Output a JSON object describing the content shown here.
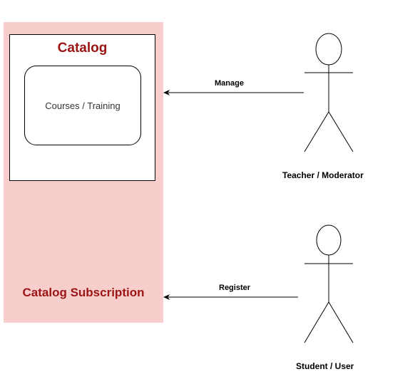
{
  "colors": {
    "system_fill": "#f8cecc",
    "title_text": "#9b1515",
    "stroke": "#000000",
    "inner_text": "#333333"
  },
  "catalog": {
    "title": "Catalog",
    "inner_node": "Courses / Training"
  },
  "subscription": {
    "title": "Catalog Subscription"
  },
  "edges": {
    "manage": "Manage",
    "register": "Register"
  },
  "actors": {
    "teacher": "Teacher / Moderator",
    "student": "Student / User"
  },
  "icons": {
    "actor": "stick-figure-icon",
    "arrow": "arrow-left-icon"
  }
}
